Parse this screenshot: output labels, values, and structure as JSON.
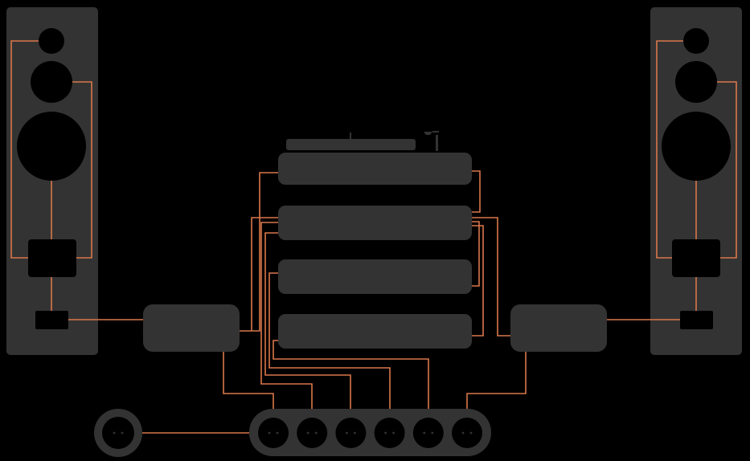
{
  "colors": {
    "background": "#000000",
    "component": "#333333",
    "wire": "#d9774a",
    "cutout": "#000000"
  },
  "diagram": {
    "speakers": [
      {
        "name": "speaker-left",
        "side": "left"
      },
      {
        "name": "speaker-right",
        "side": "right"
      }
    ],
    "amplifiers": [
      {
        "name": "amplifier-left",
        "side": "left"
      },
      {
        "name": "amplifier-right",
        "side": "right"
      }
    ],
    "rack_units": [
      "rack-unit-1",
      "rack-unit-2",
      "rack-unit-3",
      "rack-unit-4"
    ],
    "turntable": {
      "name": "turntable"
    },
    "power_strip": {
      "outlets": 6
    },
    "wall_outlet": {
      "outlets": 1
    }
  }
}
